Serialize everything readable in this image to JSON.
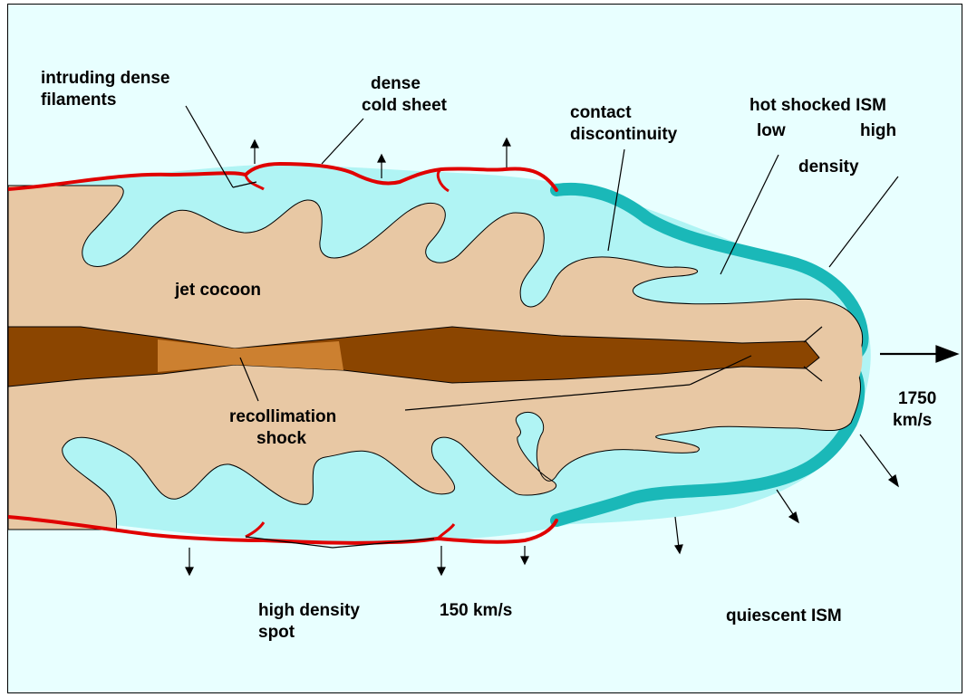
{
  "colors": {
    "background": "#e8ffff",
    "cocoon": "#e8c8a4",
    "jet": "#8b4500",
    "recollimation_zone": "#cc8030",
    "shocked_ism_light": "#b0f4f4",
    "shocked_ism_edge": "#1ab8b8",
    "cold_sheet": "#e00000",
    "outline": "#000000"
  },
  "labels": {
    "intruding_dense_filaments": [
      "intruding dense",
      "filaments"
    ],
    "dense_cold_sheet": [
      "dense",
      "cold sheet"
    ],
    "contact_discontinuity": [
      "contact",
      "discontinuity"
    ],
    "hot_shocked_ism": "hot shocked ISM",
    "low": "low",
    "high": "high",
    "density": "density",
    "jet_cocoon": "jet cocoon",
    "recollimation_shock": [
      "recollimation",
      "shock"
    ],
    "jet_speed": [
      "1750",
      "km/s"
    ],
    "high_density_spot": [
      "high density",
      "spot"
    ],
    "sheet_speed": "150 km/s",
    "quiescent_ism": "quiescent ISM"
  }
}
